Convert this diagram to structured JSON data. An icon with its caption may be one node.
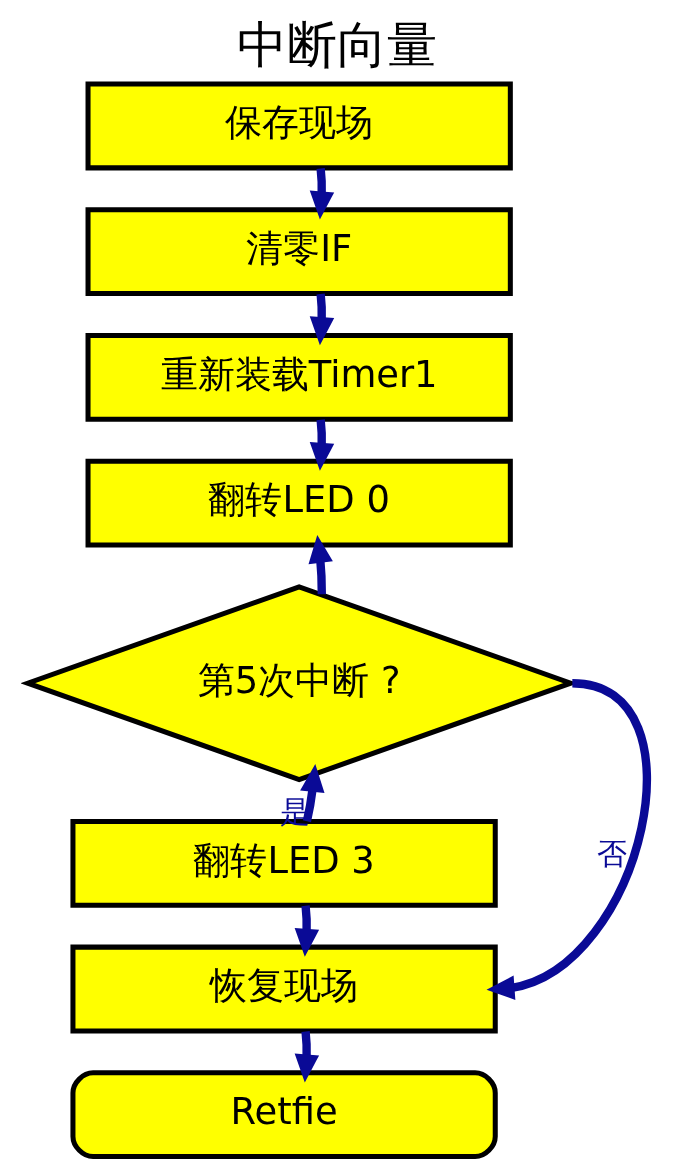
{
  "diagram": {
    "title": "中断向量",
    "nodes": [
      {
        "text": [
          "保存现场"
        ]
      },
      {
        "text": [
          "清零IF"
        ]
      },
      {
        "text": [
          "重新装载Timer1"
        ]
      },
      {
        "text": [
          "翻转LED 0"
        ]
      },
      {
        "text": [
          "第5次中断 ?"
        ]
      },
      {
        "text": [
          "翻转LED 3"
        ]
      },
      {
        "text": [
          "恢复现场"
        ]
      },
      {
        "text": [
          "Retfie"
        ]
      }
    ],
    "edges": [
      {
        "from": 0,
        "to": 1,
        "arrow": "to"
      },
      {
        "from": 1,
        "to": 2,
        "arrow": "to"
      },
      {
        "from": 2,
        "to": 3,
        "arrow": "to"
      },
      {
        "from": 4,
        "to": 3,
        "arrow": "to"
      },
      {
        "from": 5,
        "to": 4,
        "arrow": "to",
        "label": "是"
      },
      {
        "from": 4,
        "to": 6,
        "arrow": "to",
        "label": "否"
      },
      {
        "from": 5,
        "to": 6,
        "arrow": "to"
      },
      {
        "from": 6,
        "to": 7,
        "arrow": "to"
      }
    ]
  }
}
